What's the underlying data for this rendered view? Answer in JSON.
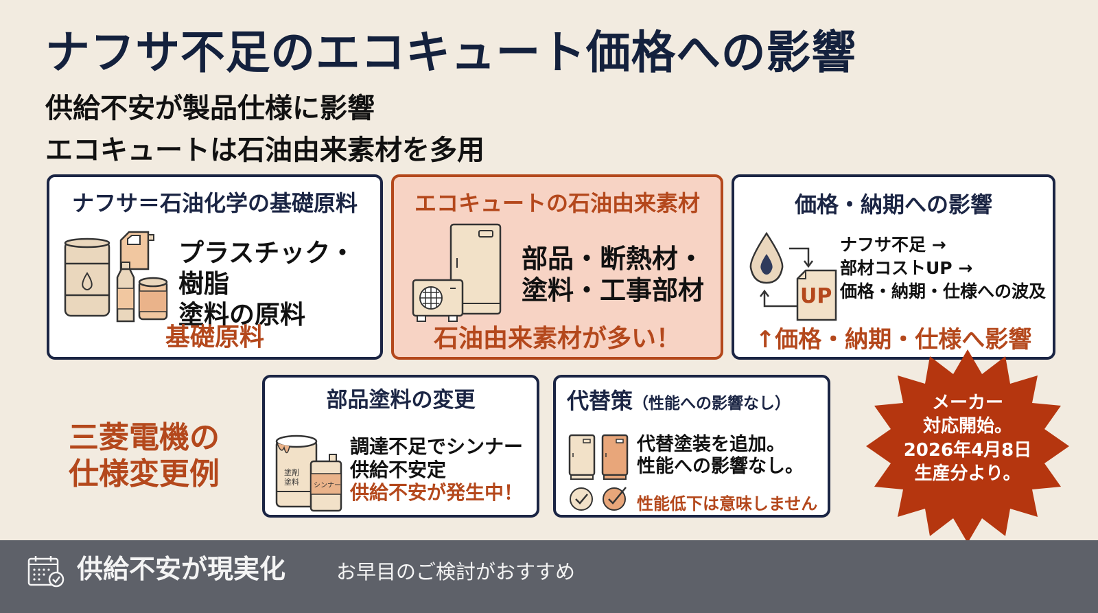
{
  "header": {
    "title": "ナフサ不足のエコキュート価格への影響",
    "subtitle_lines": [
      "供給不安が製品仕様に影響",
      "エコキュートは石油由来素材を多用"
    ]
  },
  "cards": {
    "naphtha": {
      "title": "ナフサ＝石油化学の基礎原料",
      "body_lines": [
        "プラスチック・樹脂",
        "塗料の原料"
      ],
      "footer": "基礎原料",
      "icons": [
        "oil-drum-icon",
        "jerry-can-icon",
        "bottle-icon",
        "paint-can-icon"
      ]
    },
    "ecocute_materials": {
      "title": "エコキュートの石油由来素材",
      "body_lines": [
        "部品・断熱材・",
        "塗料・工事部材"
      ],
      "footer": "石油由来素材が多い！",
      "icons": [
        "water-heater-tank-icon",
        "heat-pump-unit-icon"
      ]
    },
    "price_impact": {
      "title": "価格・納期への影響",
      "body_lines": [
        "ナフサ不足 →",
        "部材コストUP →",
        "価格・納期・仕様への波及"
      ],
      "footer": "↑価格・納期・仕様へ影響",
      "up_label": "UP",
      "icons": [
        "oil-drop-icon",
        "cycle-arrow-icon",
        "document-up-icon"
      ]
    },
    "paint_change": {
      "title": "部品塗料の変更",
      "body_lines": [
        "調達不足でシンナー",
        "供給不安定"
      ],
      "alert": "供給不安が発生中！",
      "can_labels": [
        "塗剤\n塗料",
        "シンナー"
      ],
      "icons": [
        "paint-can-icon",
        "thinner-can-icon"
      ]
    },
    "alternative": {
      "title_main": "代替策",
      "title_paren": "（性能への影響なし）",
      "body_lines": [
        "代替塗装を追加。",
        "性能への影響なし。"
      ],
      "alert": "性能低下は意味しません",
      "icons": [
        "tank-original-icon",
        "tank-alternative-icon",
        "check-circle-icon",
        "check-circle-icon"
      ]
    }
  },
  "side_label_lines": [
    "三菱電機の",
    "仕様変更例"
  ],
  "burst": {
    "lines": [
      "メーカー",
      "対応開始。",
      "2026年4月8日",
      "生産分より。"
    ]
  },
  "footer": {
    "main": "供給不安が現実化",
    "sub": "お早目のご検討がおすすめ",
    "icon": "calendar-check-icon"
  },
  "colors": {
    "background": "#f2ebe0",
    "navy": "#1b2544",
    "accent_orange": "#b4481c",
    "orange_card_bg": "#f7d3c4",
    "burst_red": "#b5360f",
    "footer_gray": "#5e6169"
  }
}
